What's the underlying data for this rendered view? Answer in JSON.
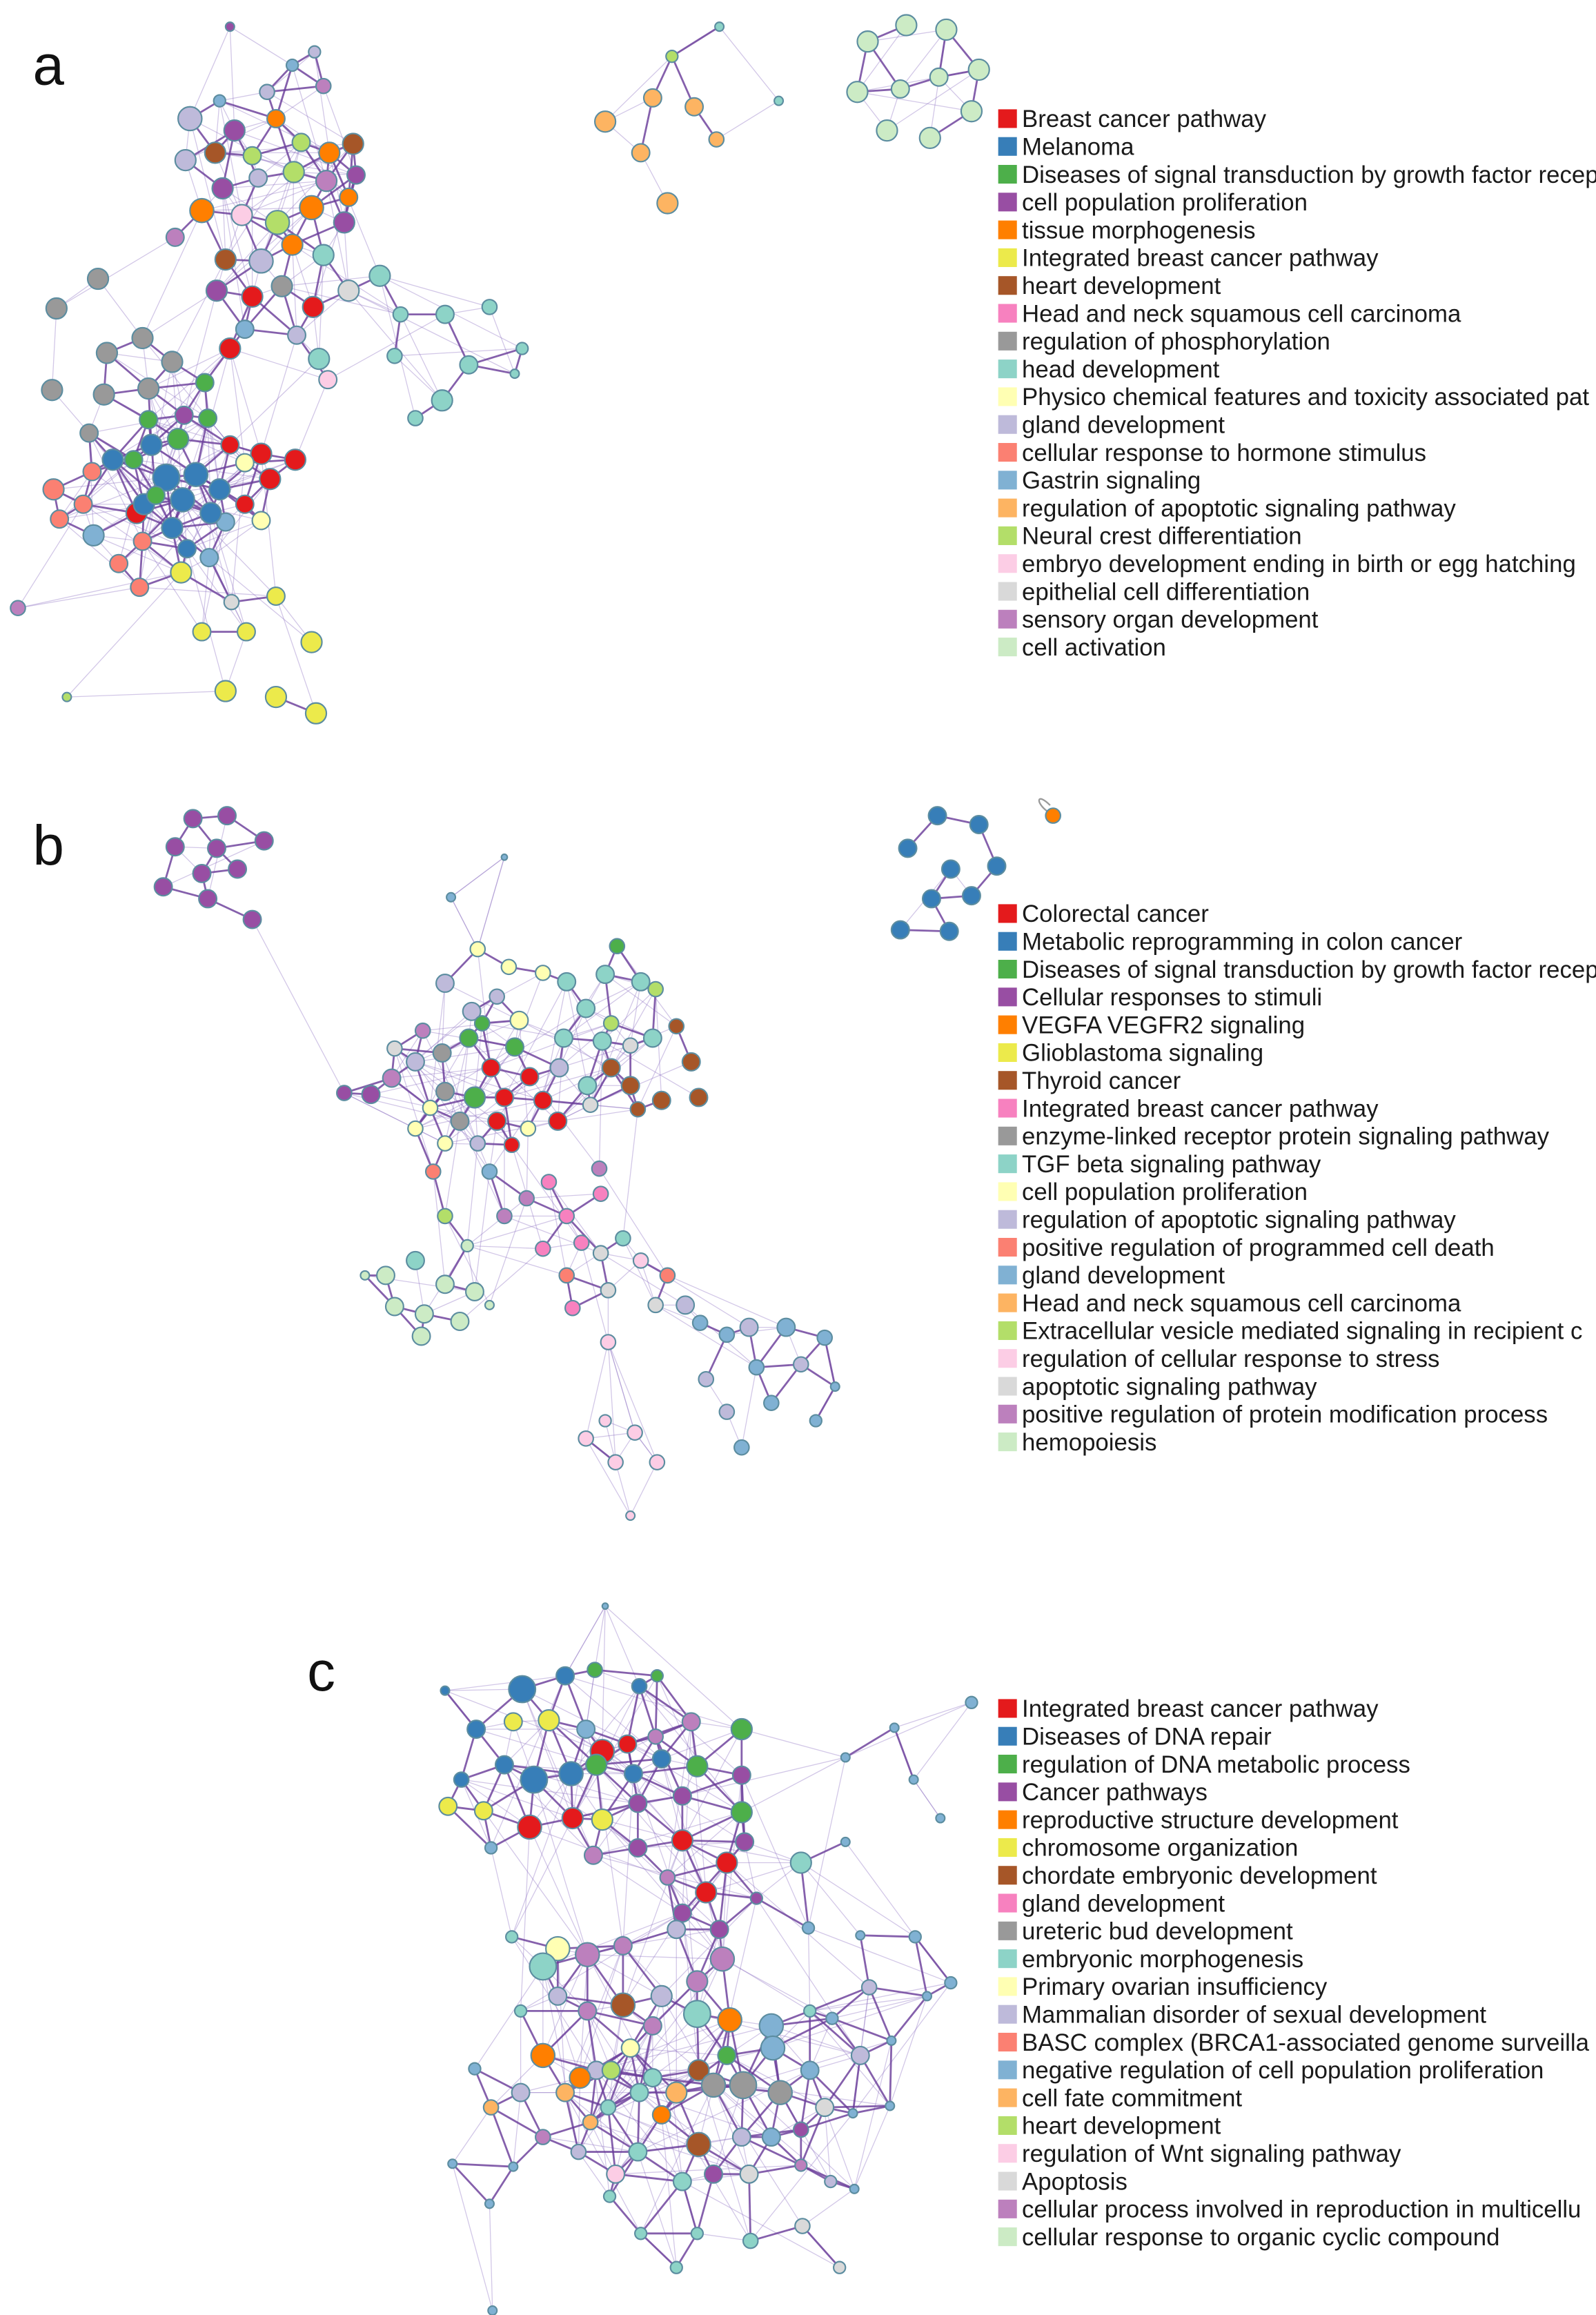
{
  "panels": [
    {
      "label": "a",
      "legend": [
        {
          "label": "Breast cancer pathway",
          "color": "#e41a1c"
        },
        {
          "label": "Melanoma",
          "color": "#377eb8"
        },
        {
          "label": "Diseases of signal transduction by growth factor recep",
          "color": "#4daf4a"
        },
        {
          "label": "cell population proliferation",
          "color": "#984ea3"
        },
        {
          "label": "tissue morphogenesis",
          "color": "#ff7f00"
        },
        {
          "label": "Integrated breast cancer pathway",
          "color": "#ecea4b"
        },
        {
          "label": "heart development",
          "color": "#a65628"
        },
        {
          "label": "Head and neck squamous cell carcinoma",
          "color": "#f781bf"
        },
        {
          "label": "regulation of phosphorylation",
          "color": "#999999"
        },
        {
          "label": "head development",
          "color": "#8dd3c7"
        },
        {
          "label": "Physico chemical features and toxicity associated pat",
          "color": "#ffffb3"
        },
        {
          "label": "gland development",
          "color": "#bebada"
        },
        {
          "label": "cellular response to hormone stimulus",
          "color": "#fb8072"
        },
        {
          "label": "Gastrin signaling",
          "color": "#80b1d3"
        },
        {
          "label": "regulation of apoptotic signaling pathway",
          "color": "#fdb462"
        },
        {
          "label": "Neural crest differentiation",
          "color": "#b3de69"
        },
        {
          "label": "embryo development ending in birth or egg hatching",
          "color": "#fccde5"
        },
        {
          "label": "epithelial cell differentiation",
          "color": "#d9d9d9"
        },
        {
          "label": "sensory organ development",
          "color": "#bc80bd"
        },
        {
          "label": "cell activation",
          "color": "#ccebc5"
        }
      ]
    },
    {
      "label": "b",
      "legend": [
        {
          "label": "Colorectal cancer",
          "color": "#e41a1c"
        },
        {
          "label": "Metabolic reprogramming in colon cancer",
          "color": "#377eb8"
        },
        {
          "label": "Diseases of signal transduction by growth factor recep",
          "color": "#4daf4a"
        },
        {
          "label": "Cellular responses to stimuli",
          "color": "#984ea3"
        },
        {
          "label": "VEGFA VEGFR2 signaling",
          "color": "#ff7f00"
        },
        {
          "label": "Glioblastoma signaling",
          "color": "#ecea4b"
        },
        {
          "label": "Thyroid cancer",
          "color": "#a65628"
        },
        {
          "label": "Integrated breast cancer pathway",
          "color": "#f781bf"
        },
        {
          "label": "enzyme-linked receptor protein signaling pathway",
          "color": "#999999"
        },
        {
          "label": "TGF beta signaling pathway",
          "color": "#8dd3c7"
        },
        {
          "label": "cell population proliferation",
          "color": "#ffffb3"
        },
        {
          "label": "regulation of apoptotic signaling pathway",
          "color": "#bebada"
        },
        {
          "label": "positive regulation of programmed cell death",
          "color": "#fb8072"
        },
        {
          "label": "gland development",
          "color": "#80b1d3"
        },
        {
          "label": "Head and neck squamous cell carcinoma",
          "color": "#fdb462"
        },
        {
          "label": "Extracellular vesicle mediated signaling in recipient c",
          "color": "#b3de69"
        },
        {
          "label": "regulation of cellular response to stress",
          "color": "#fccde5"
        },
        {
          "label": "apoptotic signaling pathway",
          "color": "#d9d9d9"
        },
        {
          "label": "positive regulation of protein modification process",
          "color": "#bc80bd"
        },
        {
          "label": "hemopoiesis",
          "color": "#ccebc5"
        }
      ]
    },
    {
      "label": "c",
      "legend": [
        {
          "label": "Integrated breast cancer pathway",
          "color": "#e41a1c"
        },
        {
          "label": "Diseases of DNA repair",
          "color": "#377eb8"
        },
        {
          "label": "regulation of DNA metabolic process",
          "color": "#4daf4a"
        },
        {
          "label": "Cancer pathways",
          "color": "#984ea3"
        },
        {
          "label": "reproductive structure development",
          "color": "#ff7f00"
        },
        {
          "label": "chromosome organization",
          "color": "#ecea4b"
        },
        {
          "label": "chordate embryonic development",
          "color": "#a65628"
        },
        {
          "label": "gland development",
          "color": "#f781bf"
        },
        {
          "label": "ureteric bud development",
          "color": "#999999"
        },
        {
          "label": "embryonic morphogenesis",
          "color": "#8dd3c7"
        },
        {
          "label": "Primary ovarian insufficiency",
          "color": "#ffffb3"
        },
        {
          "label": "Mammalian disorder of sexual development",
          "color": "#bebada"
        },
        {
          "label": "BASC complex (BRCA1-associated genome surveilla",
          "color": "#fb8072"
        },
        {
          "label": "negative regulation of cell population proliferation",
          "color": "#80b1d3"
        },
        {
          "label": "cell fate commitment",
          "color": "#fdb462"
        },
        {
          "label": "heart development",
          "color": "#b3de69"
        },
        {
          "label": "regulation of Wnt signaling pathway",
          "color": "#fccde5"
        },
        {
          "label": "Apoptosis",
          "color": "#d9d9d9"
        },
        {
          "label": "cellular process involved in reproduction in multicellu",
          "color": "#bc80bd"
        },
        {
          "label": "cellular response to organic cyclic compound",
          "color": "#ccebc5"
        }
      ]
    }
  ],
  "colors": {
    "edge": "#6a3d9a",
    "edge_light": "#8e74c4",
    "node_outline": "#5c8da0",
    "self_loop": "#9a9a9a",
    "background": "#ffffff"
  }
}
